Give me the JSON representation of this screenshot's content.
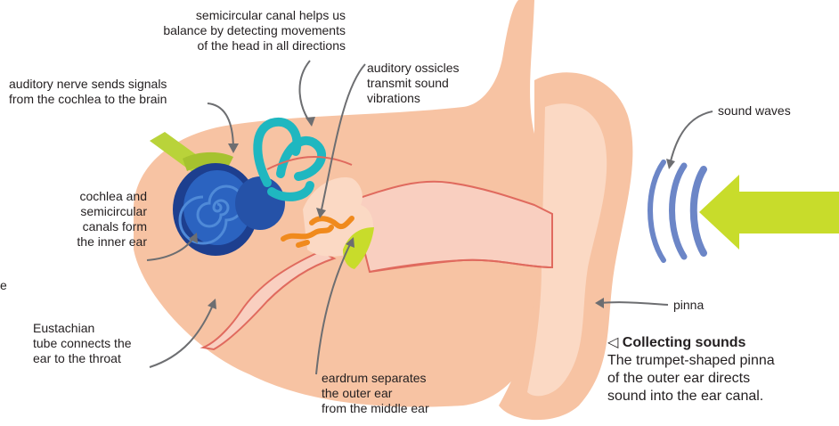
{
  "labels": {
    "semicircular": [
      "semicircular canal helps us",
      "balance by detecting movements",
      "of the head in all directions"
    ],
    "auditory_nerve": [
      "auditory nerve sends signals",
      "from the cochlea to the brain"
    ],
    "ossicles": [
      "auditory ossicles",
      "transmit sound",
      "vibrations"
    ],
    "sound_waves": "sound waves",
    "cochlea": [
      "cochlea and",
      "semicircular",
      "canals form",
      "the inner ear"
    ],
    "pinna": "pinna",
    "eustachian": [
      "Eustachian",
      "tube connects the",
      "ear to the throat"
    ],
    "eardrum": [
      "eardrum separates",
      "the outer ear",
      "from the middle ear"
    ],
    "edge_fragment": "e"
  },
  "caption": {
    "marker": "◁",
    "title": "Collecting sounds",
    "lines": [
      "The trumpet-shaped pinna",
      "of the outer ear directs",
      "sound into the ear canal."
    ]
  },
  "colors": {
    "skin": "#f7c3a3",
    "skin_light": "#fbd9c4",
    "canal": "#f9cfc0",
    "outline": "#e06a5e",
    "cochlea_dark": "#1d3f8f",
    "cochlea_mid": "#2b63c0",
    "semicircular": "#1fb7c0",
    "nerve": "#b9d33a",
    "ossicles": "#f08a1d",
    "arrow": "#c8dc2b",
    "pointer": "#6d6e71",
    "waves": "#6c86c7"
  }
}
